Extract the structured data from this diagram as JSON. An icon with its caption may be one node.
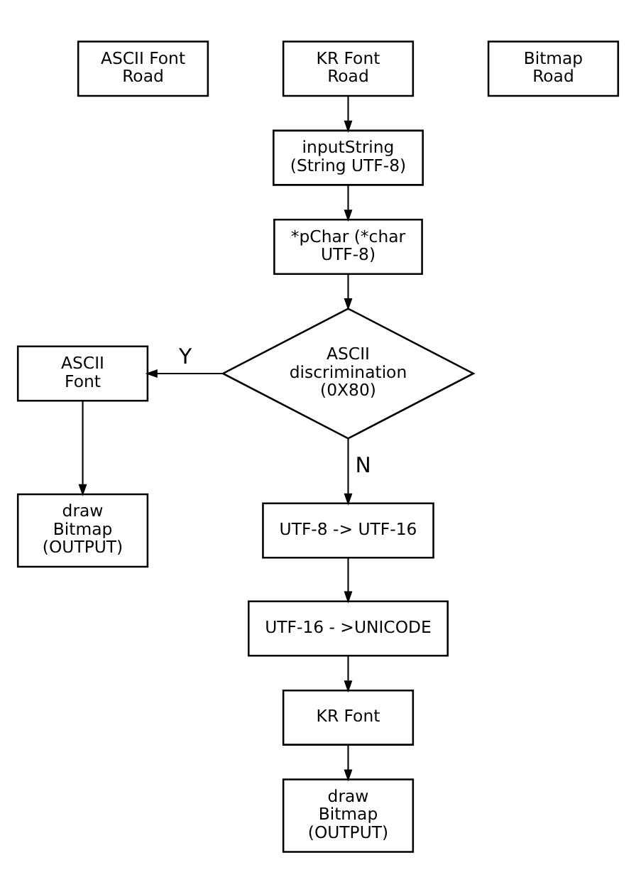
{
  "diagram": {
    "nodes": [
      {
        "text": [
          "ASCII Font Road"
        ]
      },
      {
        "text": [
          "KR Font Road"
        ]
      },
      {
        "text": [
          "Bitmap Road"
        ]
      },
      {
        "text": [
          "inputString (String UTF-8)"
        ]
      },
      {
        "text": [
          "*pChar (*char UTF-8)"
        ]
      },
      {
        "text": [
          "ASCII discrimination (0X80)"
        ]
      },
      {
        "text": [
          "ASCII Font"
        ]
      },
      {
        "text": [
          "draw Bitmap (OUTPUT)"
        ]
      },
      {
        "text": [
          "UTF-8 -> UTF-16"
        ]
      },
      {
        "text": [
          "UTF-16 - >UNICODE"
        ]
      },
      {
        "text": [
          "KR Font"
        ]
      },
      {
        "text": [
          "draw Bitmap (OUTPUT)"
        ]
      }
    ],
    "edges": [
      {
        "from": 1,
        "to": 3,
        "arrow": "to"
      },
      {
        "from": 3,
        "to": 4,
        "arrow": "to"
      },
      {
        "from": 4,
        "to": 5,
        "arrow": "to"
      },
      {
        "from": 5,
        "to": 6,
        "arrow": "to",
        "label": "Y"
      },
      {
        "from": 6,
        "to": 7,
        "arrow": "to"
      },
      {
        "from": 5,
        "to": 8,
        "arrow": "to",
        "label": "N"
      },
      {
        "from": 8,
        "to": 9,
        "arrow": "to"
      },
      {
        "from": 9,
        "to": 10,
        "arrow": "to"
      },
      {
        "from": 10,
        "to": 11,
        "arrow": "to"
      }
    ]
  }
}
